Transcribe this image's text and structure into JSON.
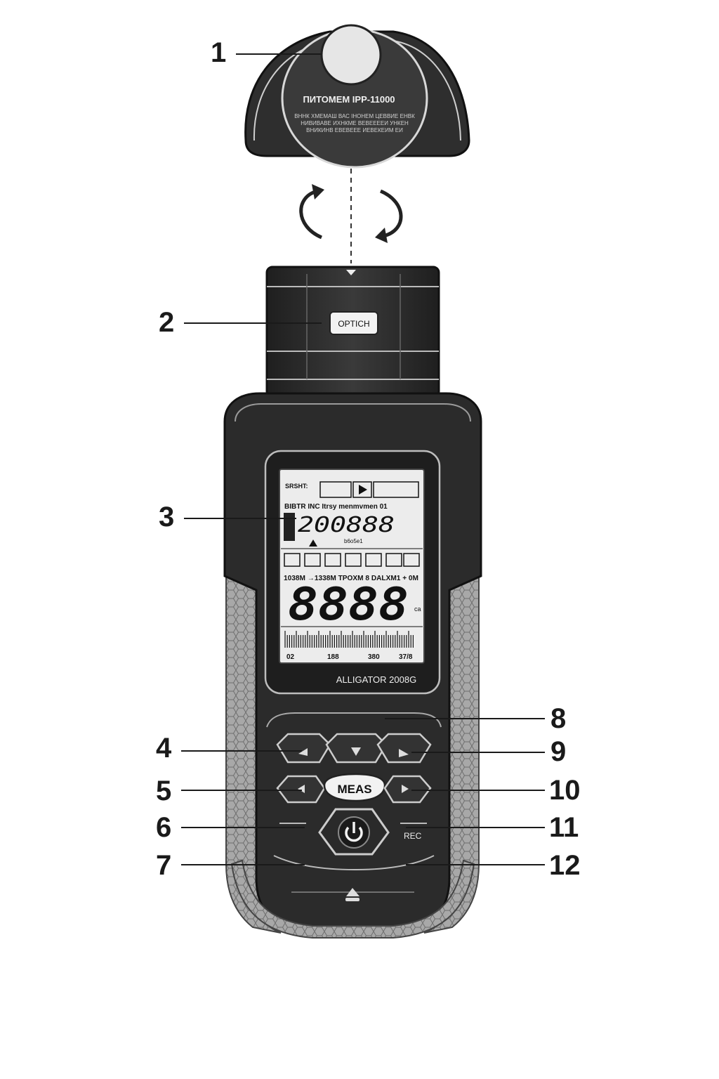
{
  "cap": {
    "model_text": "ПИТОМЕМ IPP-11000",
    "fine_print": [
      "ВННК ХМЕМАШ ВАС ІНОНЕМ ЦЕВВИЕ ЕНВК",
      "НИВИВАВЕ ИХНКМЕ ВЕВЕЕЕЕИ УНКЕН",
      "ВНИКИНВ ЕВЕВЕЕЕ ИЕВЕКЕИМ ЕИ"
    ]
  },
  "sensor_head": {
    "button_label": "OPTICH"
  },
  "lcd": {
    "top_left": "SRSHT:",
    "status_line": "BIBTR INC   Itrsy  menmvmen  01",
    "primary_digits": "200888",
    "primary_sub": "b6o5e1",
    "mode_line": "1038M →1338M TPOXM 8  DALXM1 + 0M",
    "main_digits": "8888",
    "unit_side": "ca",
    "bargraph_labels": [
      "02",
      "188",
      "380",
      "37/8"
    ]
  },
  "device": {
    "model_label": "ALLIGATOR 2008G"
  },
  "keypad": {
    "meas_label": "MEAS",
    "rec_label": "REC"
  },
  "callouts": [
    "1",
    "2",
    "3",
    "4",
    "5",
    "6",
    "7",
    "8",
    "9",
    "10",
    "11",
    "12"
  ],
  "colors": {
    "body_dark": "#2b2b2b",
    "lcd_bg": "#ececec",
    "grip": "#9a9a9a",
    "line": "#1a1a1a"
  }
}
